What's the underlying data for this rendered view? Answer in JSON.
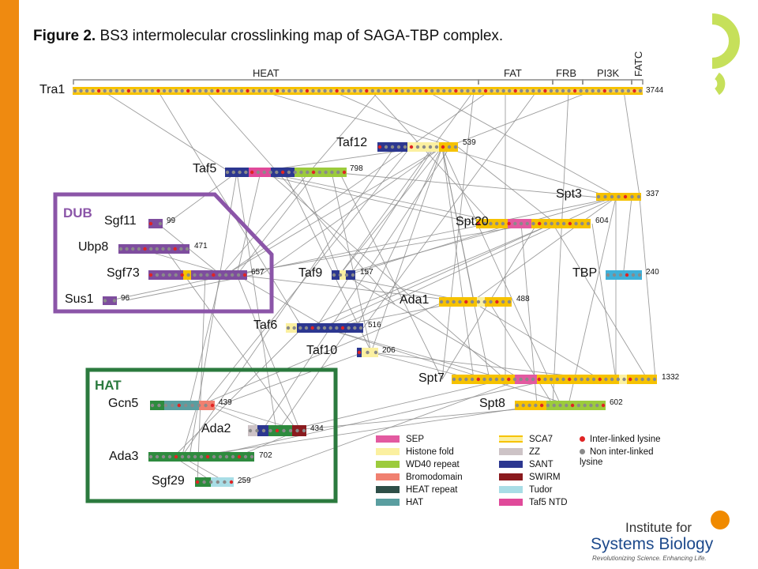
{
  "figure": {
    "label": "Figure 2.",
    "title": "BS3 intermolecular crosslinking map of SAGA-TBP complex."
  },
  "colors": {
    "left_bar": "#ef8a10",
    "deco_circle": "#c6e05a",
    "link_line": "#8c8c8c",
    "dub_box": "#8b55a8",
    "hat_box": "#2b7a3e",
    "inter_dot": "#e02424",
    "non_inter_dot": "#8a8a8a"
  },
  "tra1_domains": [
    "HEAT",
    "FAT",
    "FRB",
    "PI3K",
    "FATC"
  ],
  "proteins": [
    {
      "name": "Tra1",
      "length": "3744"
    },
    {
      "name": "Taf12",
      "length": "539"
    },
    {
      "name": "Taf5",
      "length": "798"
    },
    {
      "name": "Spt3",
      "length": "337"
    },
    {
      "name": "Sgf11",
      "length": "99"
    },
    {
      "name": "Spt20",
      "length": "604"
    },
    {
      "name": "Ubp8",
      "length": "471"
    },
    {
      "name": "Sgf73",
      "length": "657"
    },
    {
      "name": "Taf9",
      "length": "157"
    },
    {
      "name": "TBP",
      "length": "240"
    },
    {
      "name": "Ada1",
      "length": "488"
    },
    {
      "name": "Sus1",
      "length": "96"
    },
    {
      "name": "Taf6",
      "length": "516"
    },
    {
      "name": "Taf10",
      "length": "206"
    },
    {
      "name": "Spt7",
      "length": "1332"
    },
    {
      "name": "Gcn5",
      "length": "439"
    },
    {
      "name": "Spt8",
      "length": "602"
    },
    {
      "name": "Ada2",
      "length": "434"
    },
    {
      "name": "Ada3",
      "length": "702"
    },
    {
      "name": "Sgf29",
      "length": "259"
    }
  ],
  "modules": {
    "dub": "DUB",
    "hat": "HAT"
  },
  "legend": {
    "col1": [
      {
        "label": "SEP",
        "color": "#e35aa0"
      },
      {
        "label": "Histone fold",
        "color": "#fbf0a0"
      },
      {
        "label": "WD40 repeat",
        "color": "#9ccb3c"
      },
      {
        "label": "Bromodomain",
        "color": "#f08070"
      },
      {
        "label": "HEAT repeat",
        "color": "#2e4f48"
      },
      {
        "label": "HAT",
        "color": "#5a9ea0"
      }
    ],
    "col2": [
      {
        "label": "SCA7",
        "color": "#f6c200"
      },
      {
        "label": "ZZ",
        "color": "#cdc3c6"
      },
      {
        "label": "SANT",
        "color": "#2c3790"
      },
      {
        "label": "SWIRM",
        "color": "#8a1a1e"
      },
      {
        "label": "Tudor",
        "color": "#a8dde6"
      },
      {
        "label": "Taf5 NTD",
        "color": "#e04a9a"
      }
    ],
    "dots": [
      {
        "label": "Inter-linked lysine",
        "color": "#e02424"
      },
      {
        "label": "Non inter-linked lysine",
        "color": "#8a8a8a"
      }
    ]
  },
  "logo": {
    "line1": "Institute for",
    "line2": "Systems Biology",
    "tagline": "Revolutionizing Science. Enhancing Life."
  }
}
